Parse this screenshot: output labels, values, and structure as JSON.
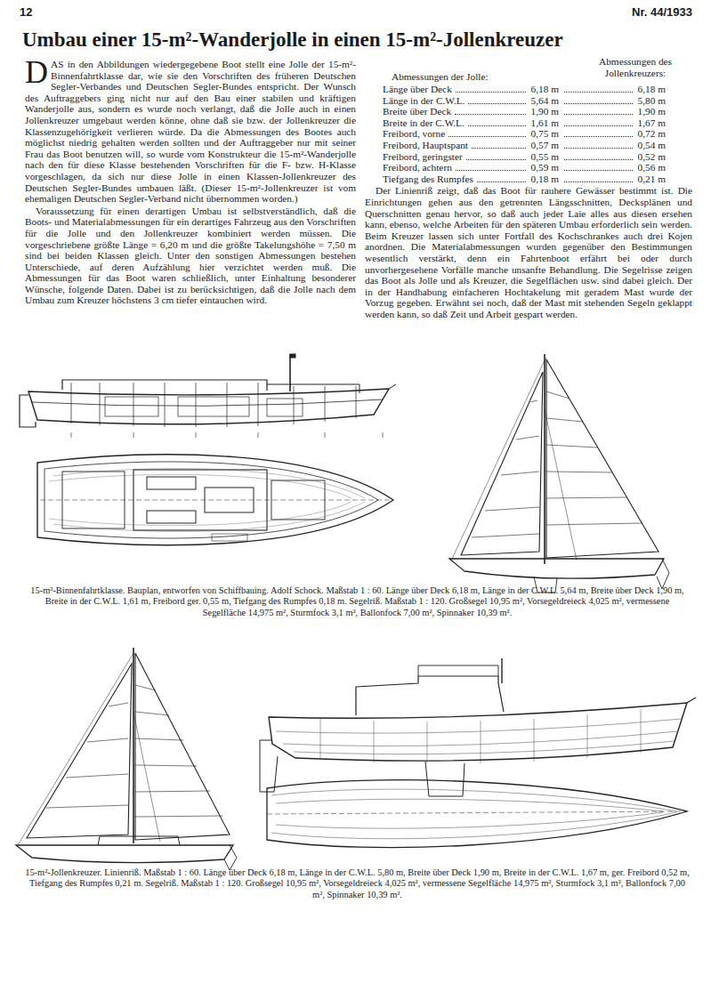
{
  "diagram": {
    "title": "Umbau einer 15-m²-Wanderjolle in einen 15-m²-Jollenkreuzer",
    "labels": [
      "12",
      "Nr. 44/1933",
      "DAS in den Abbildungen wiedergegebene Boot stellt eine Jolle der 15-m²-Binnenfahrtklasse dar, wie sie den Vorschriften des früheren Deutschen Segler-Verbandes und Deutschen Segler-Bundes entspricht. Der Wunsch des Auftraggebers ging nicht nur auf den Bau einer stabilen und kräftigen Wanderjolle aus, sondern es wurde noch verlangt, daß die Jolle auch in einen Jollenkreuzer umgebaut werden könne, ohne daß sie bzw. der Jollenkreuzer die Klassenzugehörigkeit verlieren würde. Da die Abmessungen des Bootes auch möglichst niedrig gehalten werden sollten und der Auftraggeber nur mit seiner Frau das Boot benutzen will, so wurde vom Konstrukteur die 15-m²-Wanderjolle nach den für diese Klasse bestehenden Vorschriften für die F- bzw. H-Klasse vorgeschlagen, da sich nur diese Jolle in einen Klassen-Jollenkreuzer des Deutschen Segler-Bundes umbauen läßt. (Dieser 15-m²-Jollenkreuzer ist vom ehemaligen Deutschen Segler-Verband nicht übernommen worden.)",
      "Voraussetzung für einen derartigen Umbau ist selbstverständlich, daß die Boots- und Materialabmessungen für ein derartiges Fahrzeug aus den Vorschriften für die Jolle und den Jollenkreuzer kombiniert werden müssen. Die vorgeschriebene größte Länge = 6,20 m und die größte Takelungshöhe = 7,50 m sind bei beiden Klassen gleich. Unter den sonstigen Abmessungen bestehen Unterschiede, auf deren Aufzählung hier verzichtet werden muß. Die Abmessungen für das Boot waren schließlich, unter Einhaltung besonderer Wünsche, folgende Daten. Dabei ist zu berücksichtigen, daß die Jolle nach dem Umbau zum Kreuzer höchstens 3 cm tiefer eintauchen wird.",
      "Abmessungen der Jolle:",
      "Abmessungen des Jollenkreuzers:",
      "Länge über Deck",
      "6,18 m",
      "6,18 m",
      "Länge in der C.W.L.",
      "5,64 m",
      "5,80 m",
      "Breite über Deck",
      "1,90 m",
      "1,90 m",
      "Breite in der C.W.L.",
      "1,61 m",
      "1,67 m",
      "Freibord, vorne",
      "0,75 m",
      "0,72 m",
      "Freibord, Hauptspant",
      "0,57 m",
      "0,54 m",
      "Freibord, geringster",
      "0,55 m",
      "0,52 m",
      "Freibord, achtern",
      "0,59 m",
      "0,56 m",
      "Tiefgang des Rumpfes",
      "0,18 m",
      "0,21 m",
      "Der Linienriß zeigt, daß das Boot für rauhere Gewässer bestimmt ist. Die Einrichtungen gehen aus den getrennten Längsschnitten, Decksplänen und Querschnitten genau hervor, so daß auch jeder Laie alles aus diesen ersehen kann, ebenso, welche Arbeiten für den späteren Umbau erforderlich sein werden. Beim Kreuzer lassen sich unter Fortfall des Kochschrankes auch drei Kojen anordnen. Die Materialabmessungen wurden gegenüber den Bestimmungen wesentlich verstärkt, denn ein Fahrtenboot erfährt bei oder durch unvorhergesehene Vorfälle manche unsanfte Behandlung. Die Segelrisse zeigen das Boot als Jolle und als Kreuzer, die Segelflächen usw. sind dabei gleich. Der in der Handhabung einfacheren Hochtakelung mit geradem Mast wurde der Vorzug gegeben. Erwähnt sei noch, daß der Mast mit stehenden Segeln geklappt werden kann, so daß Zeit und Arbeit gespart werden.",
      "15-m²-Binnenfahrtklasse. Bauplan, entworfen von Schiffbauing. Adolf Schock. Maßstab 1 : 60. Länge über Deck 6,18 m, Länge in der C.W.L. 5,64 m, Breite über Deck 1,90 m, Breite in der C.W.L. 1,61 m, Freibord ger. 0,55 m, Tiefgang des Rumpfes 0,18 m. Segelriß. Maßstab 1 : 120. Großsegel 10,95 m², Vorsegeldreieck 4,025 m², vermessene Segelfläche 14,975 m², Sturmfock 3,1 m², Ballonfock 7,00 m², Spinnaker 10,39 m².",
      "15-m²-Jollenkreuzer. Linienriß. Maßstab 1 : 60. Länge über Deck 6,18 m, Länge in der C.W.L. 5,80 m, Breite über Deck 1,90 m, Breite in der C.W.L. 1,67 m, ger. Freibord 0,52 m, Tiefgang des Rumpfes 0,21 m. Segelriß. Maßstab 1 : 120. Großsegel 10,95 m², Vorsegeldreieck 4,025 m², vermessene Segelfläche 14,975 m², Sturmfock 3,1 m², Ballonfock 7,00 m², Spinnaker 10,39 m²."
    ]
  }
}
